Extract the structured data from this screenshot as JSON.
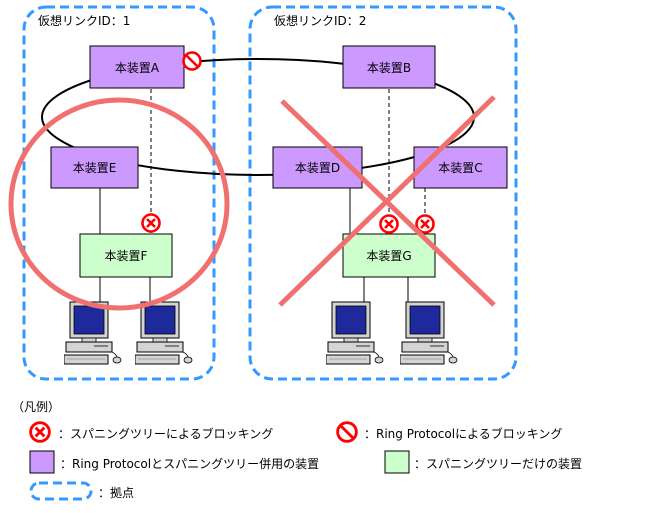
{
  "sites": [
    {
      "label": "仮想リンクID：1"
    },
    {
      "label": "仮想リンクID：2"
    }
  ],
  "devices": {
    "A": "本装置A",
    "B": "本装置B",
    "C": "本装置C",
    "D": "本装置D",
    "E": "本装置E",
    "F": "本装置F",
    "G": "本装置G"
  },
  "legend": {
    "title": "（凡例）",
    "stp_blocking": "：スパニングツリーによるブロッキング",
    "ring_blocking": "：Ring Protocolによるブロッキング",
    "ring_stp_device": "：Ring Protocolとスパニングツリー併用の装置",
    "stp_only_device": "：スパニングツリーだけの装置",
    "site": "：拠点"
  },
  "colors": {
    "ring_device": "#cc99ff",
    "stp_device": "#ccffcc",
    "site_border": "#3399ff",
    "block_red": "#ff0000",
    "highlight": "#f07070"
  },
  "icons": {
    "stp_blocking": "circle-x-icon",
    "ring_blocking": "circle-slash-icon",
    "terminal": "computer-icon"
  }
}
